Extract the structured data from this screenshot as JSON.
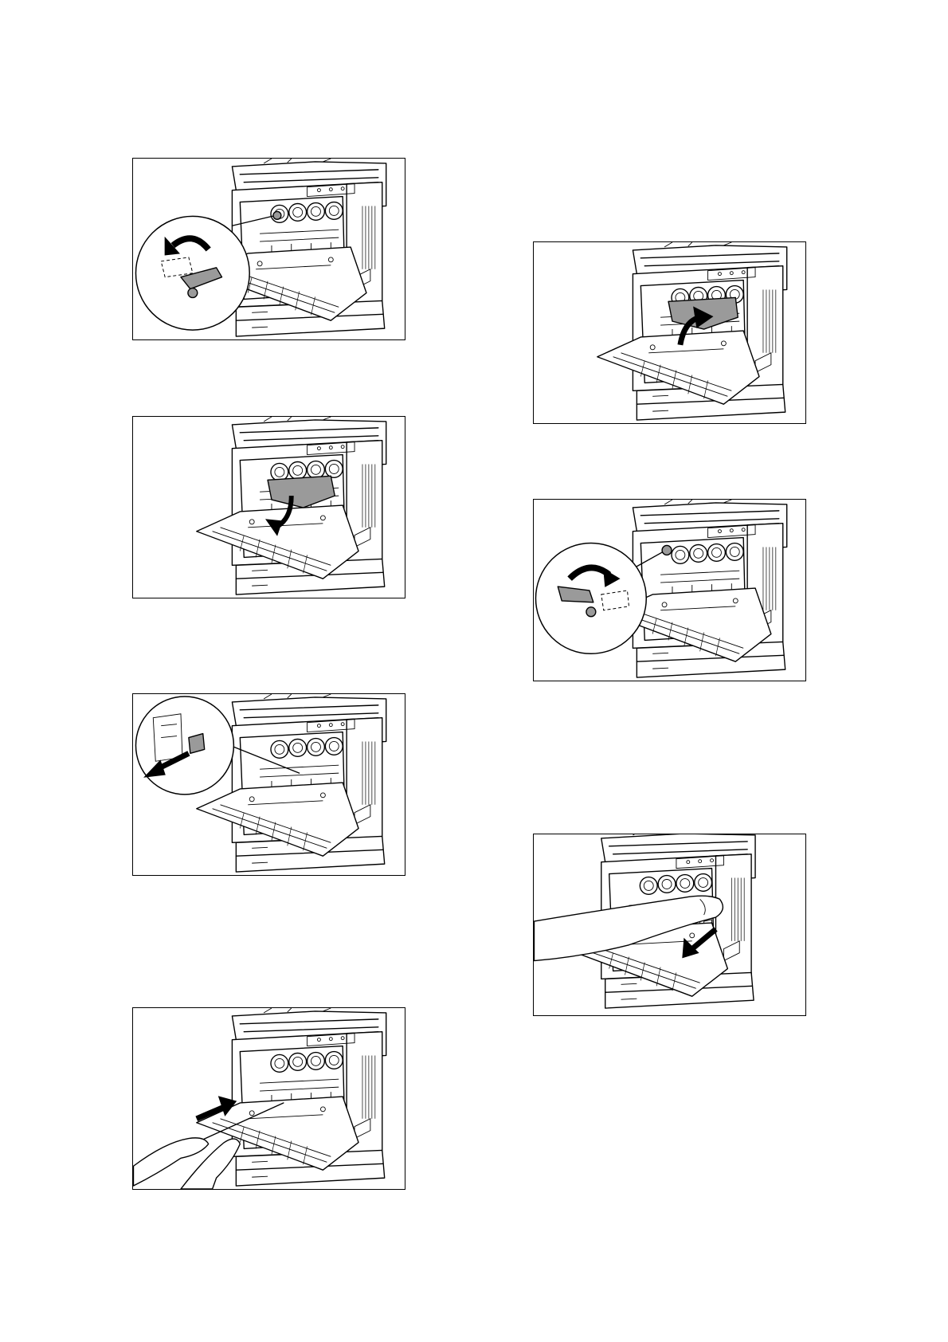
{
  "page": {
    "background": "#ffffff",
    "line_color": "#000000",
    "accent_gray": "#9a9a9a"
  },
  "figures": [
    {
      "id": "left-1",
      "depicts": "printer-front-open-lever-counterclockwise",
      "icon": "rotate-left-arrow-icon"
    },
    {
      "id": "left-2",
      "depicts": "printer-front-cover-lowered-down",
      "icon": "down-arrow-icon"
    },
    {
      "id": "left-3",
      "depicts": "printer-front-pull-out-rod",
      "icon": "pull-left-arrow-icon"
    },
    {
      "id": "left-4",
      "depicts": "printer-front-hands-push-rod",
      "icon": "push-right-arrow-icon"
    },
    {
      "id": "right-1",
      "depicts": "printer-front-cover-raised-up",
      "icon": "up-arrow-icon"
    },
    {
      "id": "right-2",
      "depicts": "printer-front-close-lever-clockwise",
      "icon": "rotate-right-arrow-icon"
    },
    {
      "id": "right-3",
      "depicts": "printer-front-arm-pull-unit-down",
      "icon": "down-arrow-icon"
    }
  ]
}
